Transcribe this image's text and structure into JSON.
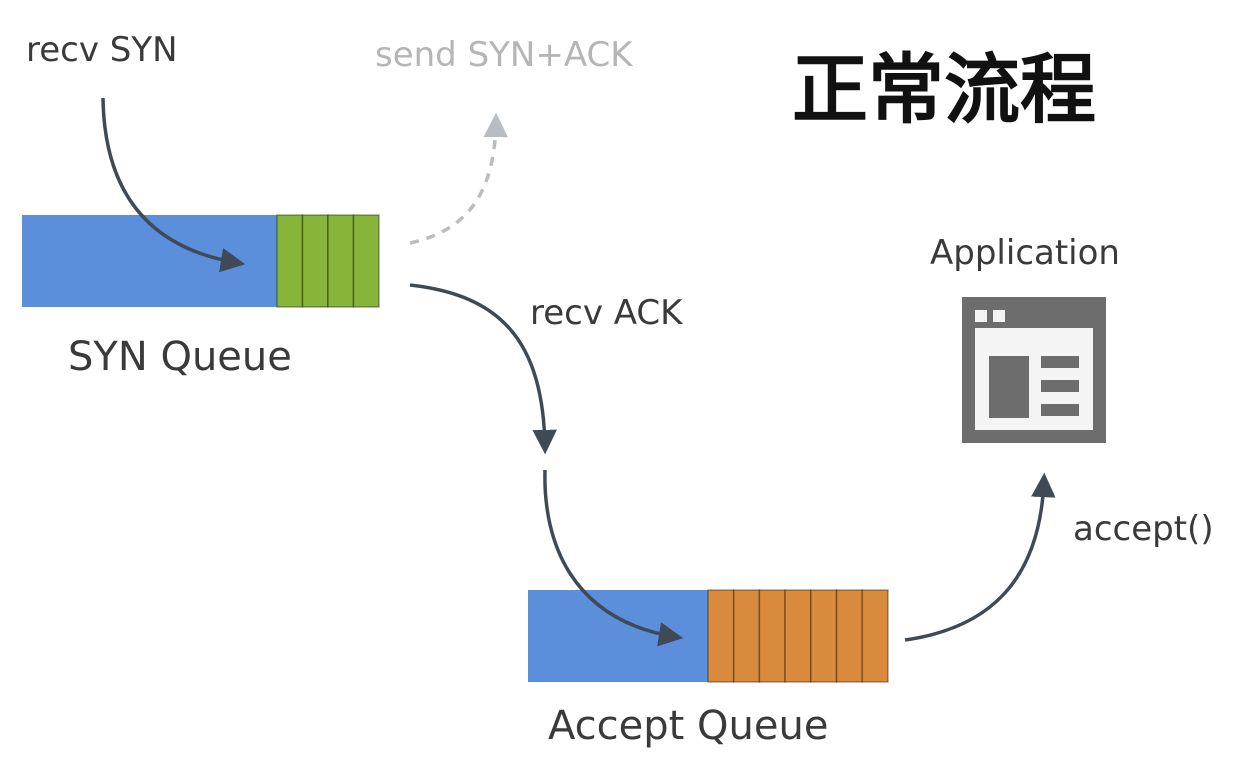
{
  "title": "正常流程",
  "labels": {
    "recv_syn": "recv SYN",
    "send_syn_ack": "send SYN+ACK",
    "recv_ack": "recv ACK",
    "application": "Application",
    "accept_call": "accept()",
    "syn_queue": "SYN Queue",
    "accept_queue": "Accept Queue"
  },
  "syn_queue": {
    "filled_slots": 4
  },
  "accept_queue": {
    "filled_slots": 7
  },
  "colors": {
    "queue_empty": "#5b8fdc",
    "syn_slot": "#86b53a",
    "accept_slot": "#d98a3c",
    "arrow": "#404a56",
    "arrow_faded": "#b9bcc0",
    "app_icon": "#6d6d6d",
    "faded_text": "#b5b5b5"
  }
}
